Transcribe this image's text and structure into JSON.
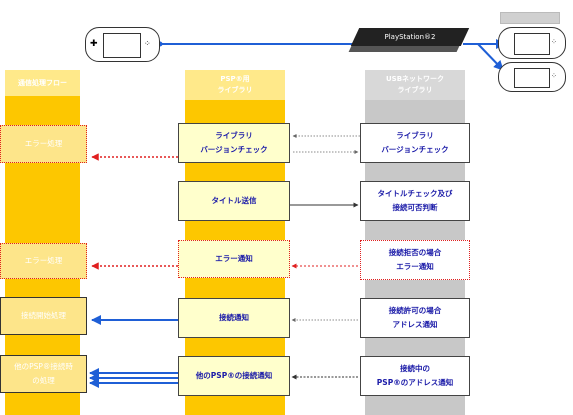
{
  "header": {
    "ps2_label": "PlayStation®2"
  },
  "columns": {
    "app": "通信処理フロー",
    "psp_lib": "PSP®用\nライブラリ",
    "usb_lib": "USBネットワーク\nライブラリ"
  },
  "steps": {
    "version_check_psp": "ライブラリ\nバージョンチェック",
    "version_check_usb": "ライブラリ\nバージョンチェック",
    "title_send": "タイトル送信",
    "title_check": "タイトルチェック及び\n接続可否判断",
    "error_notify_psp": "エラー通知",
    "reject_error": "接続拒否の場合\nエラー通知",
    "connect_notify": "接続通知",
    "allow_address": "接続許可の場合\nアドレス通知",
    "other_psp_notify": "他のPSP®の接続通知",
    "connected_address": "接続中の\nPSP®のアドレス通知"
  },
  "app_boxes": {
    "error1": "エラー処理",
    "error2": "エラー処理",
    "connect_proc": "接続開始処理",
    "other_proc": "他のPSP®接続時\nの処理"
  },
  "colors": {
    "yellow": "#fdc700",
    "yellow_light": "#ffffcc",
    "gray": "#c8c8c8",
    "blue_line": "#1f5fd6",
    "red_dotted": "#e02020",
    "text_blue": "#1a1aa8"
  }
}
